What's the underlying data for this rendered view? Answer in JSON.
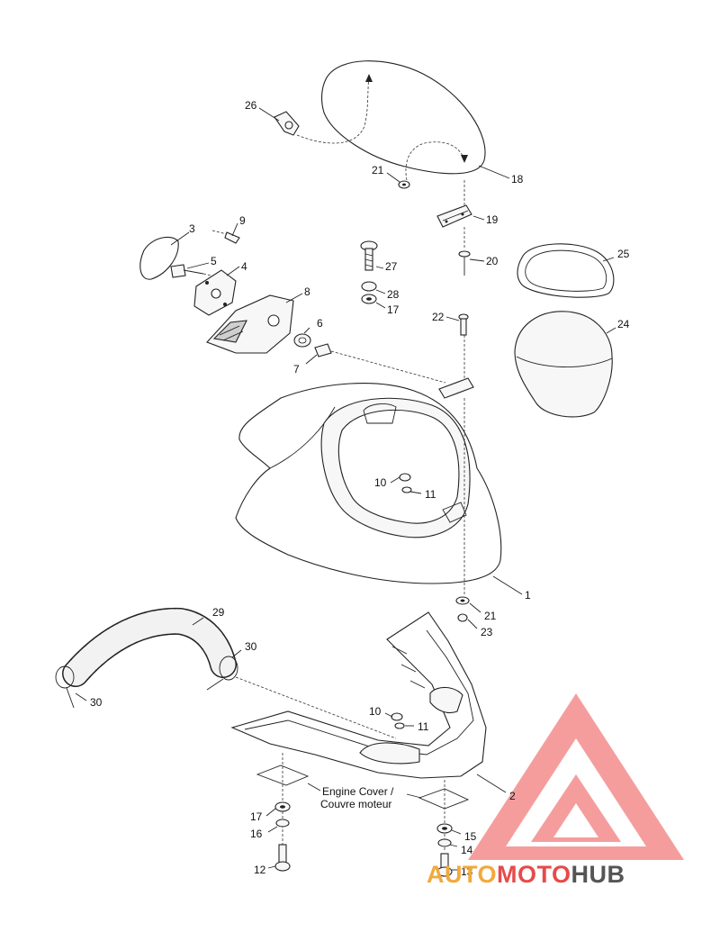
{
  "callouts": [
    "1",
    "2",
    "3",
    "4",
    "5",
    "6",
    "7",
    "8",
    "9",
    "10",
    "11",
    "12",
    "13",
    "14",
    "15",
    "16",
    "17",
    "18",
    "19",
    "20",
    "21",
    "22",
    "23",
    "24",
    "25",
    "26",
    "27",
    "28",
    "29",
    "30"
  ],
  "labels": {
    "n10b": "10",
    "n11b": "11",
    "n17b": "17",
    "n21b": "21",
    "n30b": "30"
  },
  "note": {
    "line1": "Engine Cover /",
    "line2": "Couvre moteur"
  },
  "watermark": {
    "part1": "AUTO",
    "part2": "MOTO",
    "part3": "HUB",
    "colors": {
      "red": "#e84a4a",
      "orange": "#f2a93b",
      "gray": "#555555",
      "logo": "#f27d7d"
    }
  }
}
